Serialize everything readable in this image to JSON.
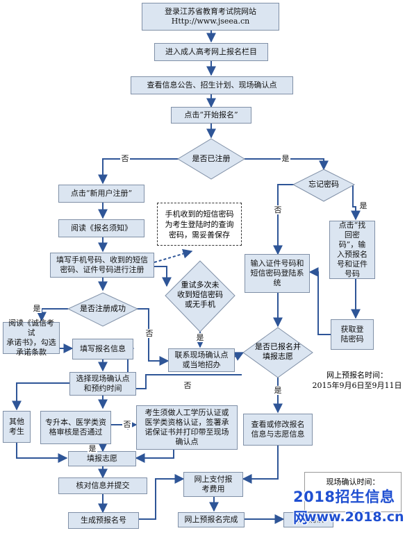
{
  "nodes": {
    "login": "登录江苏省教育考试院网站\nHttp://www.jseea.cn",
    "enter_column": "进入成人高考网上报名栏目",
    "view_info": "查看信息公告、招生计划、现场确认点",
    "start_signup": "点击“开始报名”",
    "is_registered": "是否已注册",
    "new_user": "点击“新用户注册”",
    "forgot_pwd": "忘记密码",
    "read_notice": "阅读《报名须知》",
    "fill_phone": "填写手机号码、收到的短信\n密码、证件号码进行注册",
    "click_find_pwd": "点击“找\n回密\n码”，输\n入预报名\n号和证件\n号码",
    "input_id_login": "输入证件号码和\n短信密码登陆系\n统",
    "sms_note": "手机收到的短信密码\n为考生登陆时的查询\n密码，需妥善保存",
    "no_sms": "重试多次未\n收到短信密码\n或无手机",
    "reg_success": "是否注册成功",
    "read_integrity": "阅读《诚信考试\n承诺书》，勾选\n承诺条款",
    "fill_info": "填写报名信息",
    "contact_site": "联系现场确认点\n或当地招办",
    "already_signed": "是否已报名并\n填报志愿",
    "get_login_pwd": "获取登\n陆密码",
    "choose_site": "选择现场确认点\n和预约时间",
    "others": "其他\n考生",
    "review_check": "专升本、医学类资\n格审核是否通过",
    "review_note": "考生须做人工学历认证或\n医学类资格认证，签署承\n诺保证书并打印带至现场\n确认点",
    "view_modify": "查看或修改报名\n信息与志愿信息",
    "fill_wish": "填报志愿",
    "verify_submit": "核对信息并提交",
    "pay_online": "网上支付报\n考费用",
    "gen_number": "生成预报名号",
    "prereg_done": "网上预报名完成",
    "site_confirm": "现场确认"
  },
  "labels": {
    "yes": "是",
    "no": "否"
  },
  "info": {
    "prereg_time": "网上预报名时间：\n2015年9月6日至9月11日",
    "confirm_time": "现场确认时间："
  },
  "watermark": {
    "site_name": "2018招生信息网",
    "url": "www.2018.cn"
  },
  "colors": {
    "box_fill": "#dbe5f1",
    "arrow": "#2e5597"
  }
}
